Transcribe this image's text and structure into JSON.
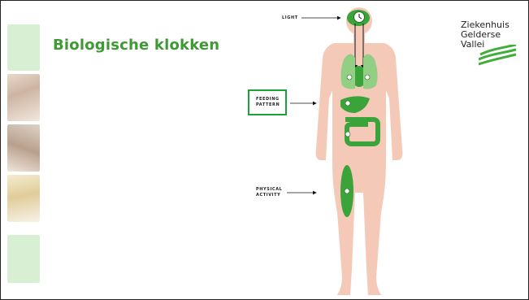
{
  "title": "Biologische klokken",
  "logo": {
    "lines": [
      "Ziekenhuis",
      "Gelderse",
      "Vallei"
    ]
  },
  "labels": {
    "light": "LIGHT",
    "feeding_line1": "FEEDING",
    "feeding_line2": "PATTERN",
    "physical_line1": "PHYSICAL",
    "physical_line2": "ACTIVITY"
  },
  "colors": {
    "title": "#3f9a34",
    "organ": "#3aa33a",
    "organ_light": "#92cf84",
    "body": "#f5c9b8",
    "highlight_box": "#19a33a",
    "side_tile": "#d9efd3"
  },
  "icons": [
    "clock-icon",
    "arrow-icon",
    "logo-waves-icon"
  ]
}
